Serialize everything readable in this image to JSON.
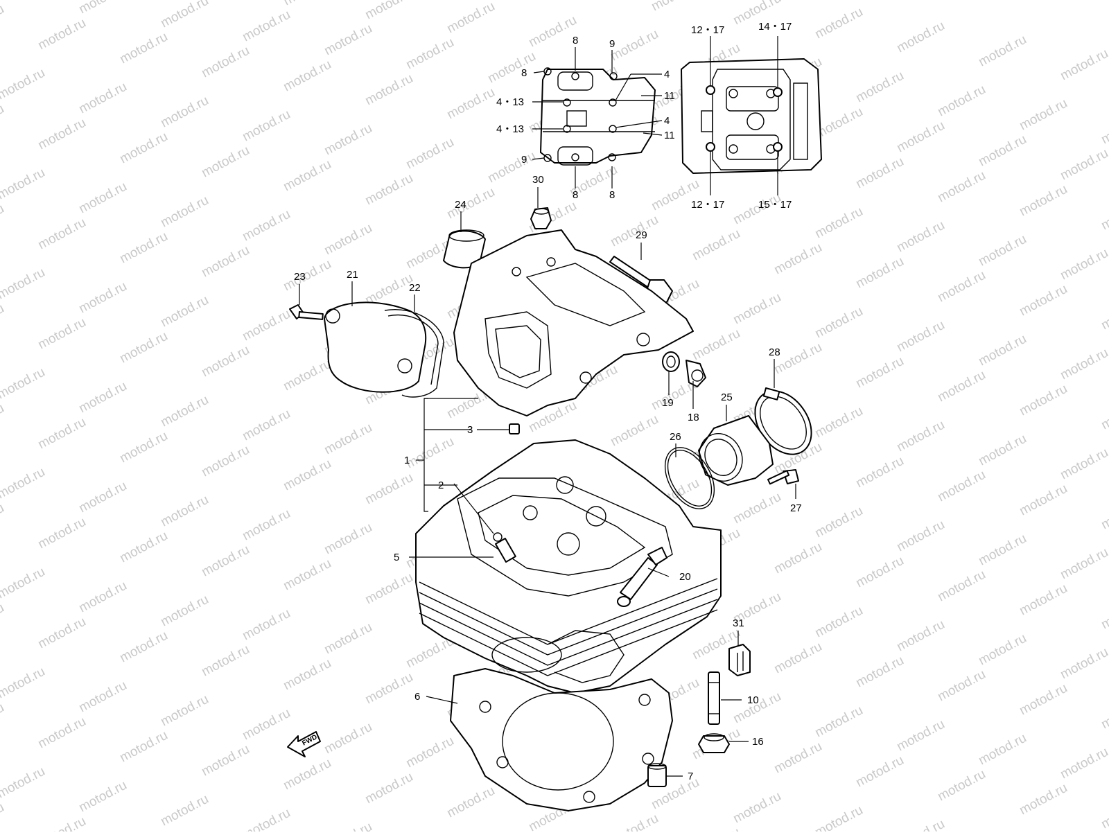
{
  "watermark": {
    "text": "motod.ru"
  },
  "fwd_arrow": {
    "text": "FWD"
  },
  "callouts": [
    {
      "id": "c1",
      "text": "1"
    },
    {
      "id": "c2",
      "text": "2"
    },
    {
      "id": "c3",
      "text": "3"
    },
    {
      "id": "c5",
      "text": "5"
    },
    {
      "id": "c6",
      "text": "6"
    },
    {
      "id": "c7",
      "text": "7"
    },
    {
      "id": "c10",
      "text": "10"
    },
    {
      "id": "c16",
      "text": "16"
    },
    {
      "id": "c18",
      "text": "18"
    },
    {
      "id": "c19",
      "text": "19"
    },
    {
      "id": "c20",
      "text": "20"
    },
    {
      "id": "c21",
      "text": "21"
    },
    {
      "id": "c22",
      "text": "22"
    },
    {
      "id": "c23",
      "text": "23"
    },
    {
      "id": "c24",
      "text": "24"
    },
    {
      "id": "c25",
      "text": "25"
    },
    {
      "id": "c26",
      "text": "26"
    },
    {
      "id": "c27",
      "text": "27"
    },
    {
      "id": "c28",
      "text": "28"
    },
    {
      "id": "c29",
      "text": "29"
    },
    {
      "id": "c30",
      "text": "30"
    },
    {
      "id": "c31",
      "text": "31"
    },
    {
      "id": "c8a",
      "text": "8"
    },
    {
      "id": "c8b",
      "text": "8"
    },
    {
      "id": "c8c",
      "text": "8"
    },
    {
      "id": "c8d",
      "text": "8"
    },
    {
      "id": "c9a",
      "text": "9"
    },
    {
      "id": "c9b",
      "text": "9"
    },
    {
      "id": "c4a",
      "text": "4"
    },
    {
      "id": "c4b",
      "text": "4"
    },
    {
      "id": "c11a",
      "text": "11"
    },
    {
      "id": "c11b",
      "text": "11"
    },
    {
      "id": "c413a",
      "text": "4・13"
    },
    {
      "id": "c413b",
      "text": "4・13"
    },
    {
      "id": "c1217a",
      "text": "12・17"
    },
    {
      "id": "c1217b",
      "text": "12・17"
    },
    {
      "id": "c1417",
      "text": "14・17"
    },
    {
      "id": "c1517",
      "text": "15・17"
    }
  ]
}
